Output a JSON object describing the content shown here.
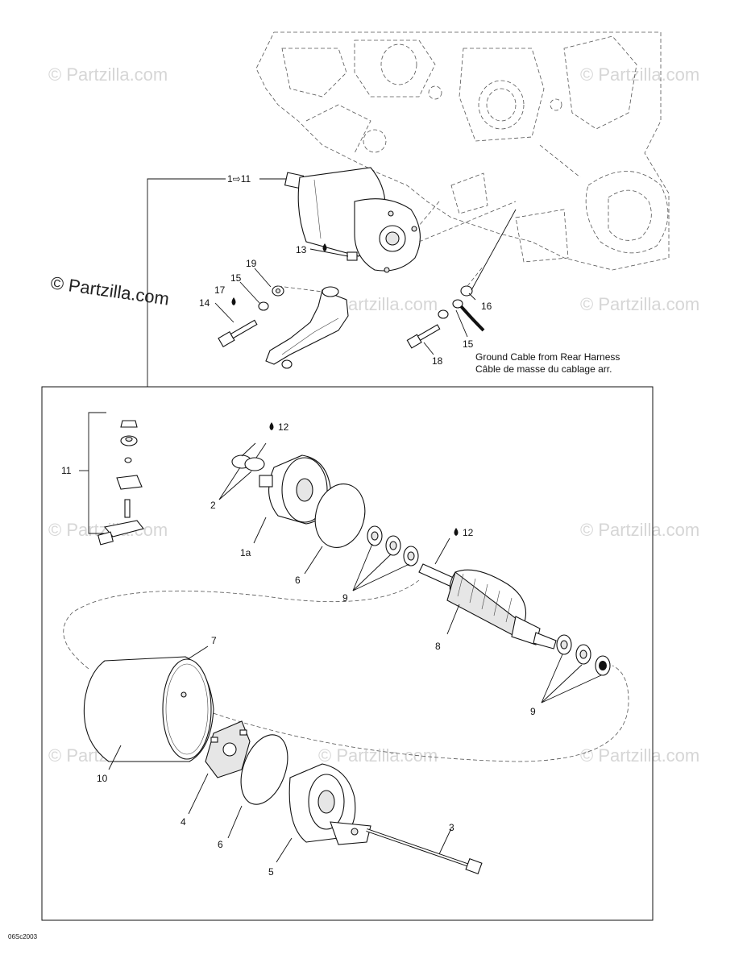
{
  "diagram": {
    "watermark": "© Partzilla.com",
    "footer_code": "06Sc2003",
    "ground_caption": {
      "line1": "Ground Cable from Rear Harness",
      "line2": "Câble de masse du cablage arr."
    },
    "callouts": {
      "c1to11": "1⇨11",
      "c13": "13",
      "c19": "19",
      "c15a": "15",
      "c17": "17",
      "c14": "14",
      "c16": "16",
      "c15b": "15",
      "c18": "18",
      "c11": "11",
      "c12a": "12",
      "c2": "2",
      "c1a": "1a",
      "c6a": "6",
      "c12b": "12",
      "c9a": "9",
      "c8": "8",
      "c7": "7",
      "c9b": "9",
      "c10": "10",
      "c4": "4",
      "c6b": "6",
      "c5": "5",
      "c3": "3"
    }
  }
}
